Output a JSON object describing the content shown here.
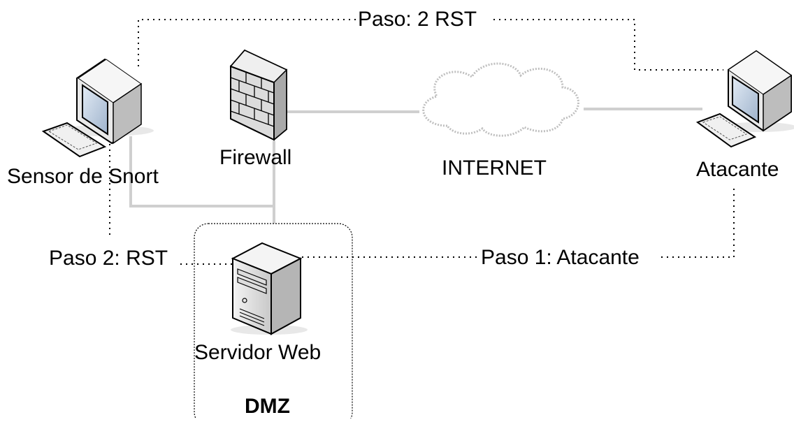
{
  "diagram": {
    "nodes": {
      "sensor": {
        "label": "Sensor de Snort",
        "icon": "desktop-computer-icon"
      },
      "firewall": {
        "label": "Firewall",
        "icon": "firewall-icon"
      },
      "internet": {
        "label": "INTERNET",
        "icon": "cloud-icon"
      },
      "attacker": {
        "label": "Atacante",
        "icon": "desktop-computer-icon"
      },
      "webserver": {
        "label": "Servidor Web",
        "icon": "server-tower-icon"
      }
    },
    "zones": {
      "dmz": {
        "label": "DMZ"
      }
    },
    "steps": {
      "step2_top": "Paso: 2 RST",
      "step2_left": "Paso 2: RST",
      "step1": "Paso 1: Atacante"
    },
    "colors": {
      "network_link": "#cfcfcf",
      "dotted_path": "#000000",
      "monitor_frame": "#e9e9e9",
      "screen": "#b9c7d9"
    }
  }
}
